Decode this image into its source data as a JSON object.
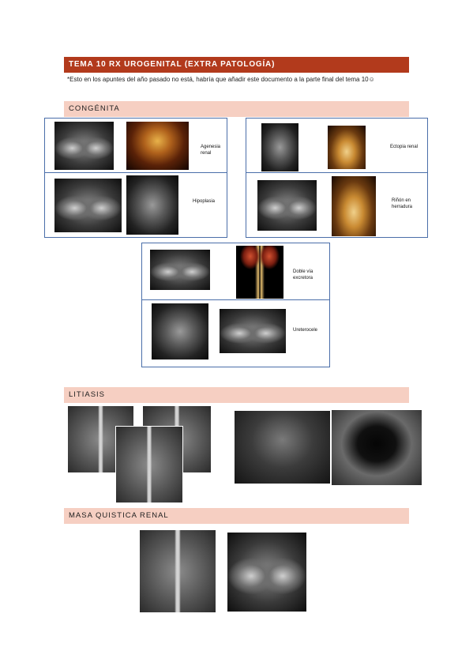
{
  "header": {
    "title": "TEMA 10 RX UROGENITAL (EXTRA PATOLOGÍA)",
    "note": "*Esto en los apuntes del año pasado no está, habría que añadir este documento a la parte final del tema 10☺"
  },
  "sections": {
    "congenita": "CONGÉNITA",
    "litiasis": "LITIASIS",
    "masa": "MASA QUISTICA RENAL"
  },
  "labels": {
    "agenesia": "Agenesia renal",
    "hipoplasia": "Hipoplasia",
    "ectopia": "Ectopia renal",
    "herradura": "Riñón en herradura",
    "doble_via": "Doble vía excretora",
    "ureterocele": "Ureterocele"
  },
  "colors": {
    "title_bg": "#b23a1c",
    "section_bg": "#f6cfc2",
    "panel_border": "#4a6ea9"
  }
}
